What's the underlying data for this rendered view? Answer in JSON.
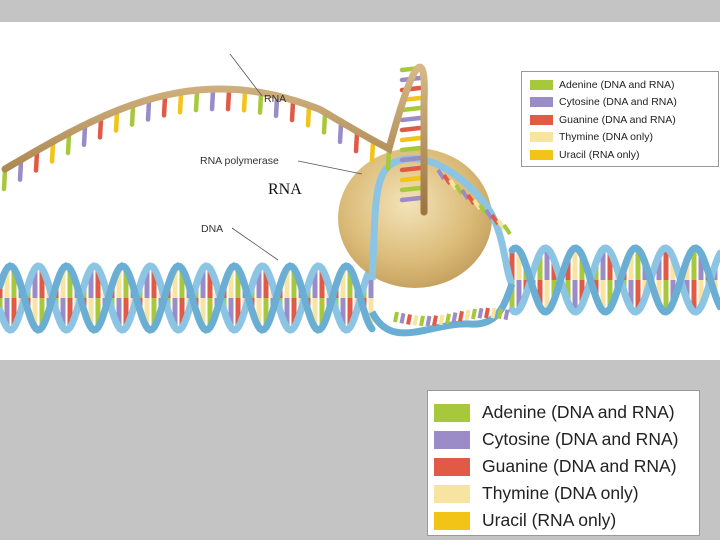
{
  "diagram": {
    "labels": {
      "rna": "RNA",
      "rna_polymerase": "RNA polymerase",
      "dna": "DNA",
      "overlay": "RNA"
    },
    "legend": [
      {
        "name": "Adenine (DNA and RNA)",
        "color": "#a8c83c"
      },
      {
        "name": "Cytosine (DNA and RNA)",
        "color": "#9b8cc8"
      },
      {
        "name": "Guanine (DNA and RNA)",
        "color": "#e05a46"
      },
      {
        "name": "Thymine (DNA only)",
        "color": "#f6e4a0"
      },
      {
        "name": "Uracil (RNA only)",
        "color": "#f2c418"
      }
    ],
    "colors": {
      "dna_backbone": "#8cc4e4",
      "rna_backbone": "#b08850",
      "polymerase": "#d9b872",
      "slide_background": "#c4c4c4"
    }
  }
}
